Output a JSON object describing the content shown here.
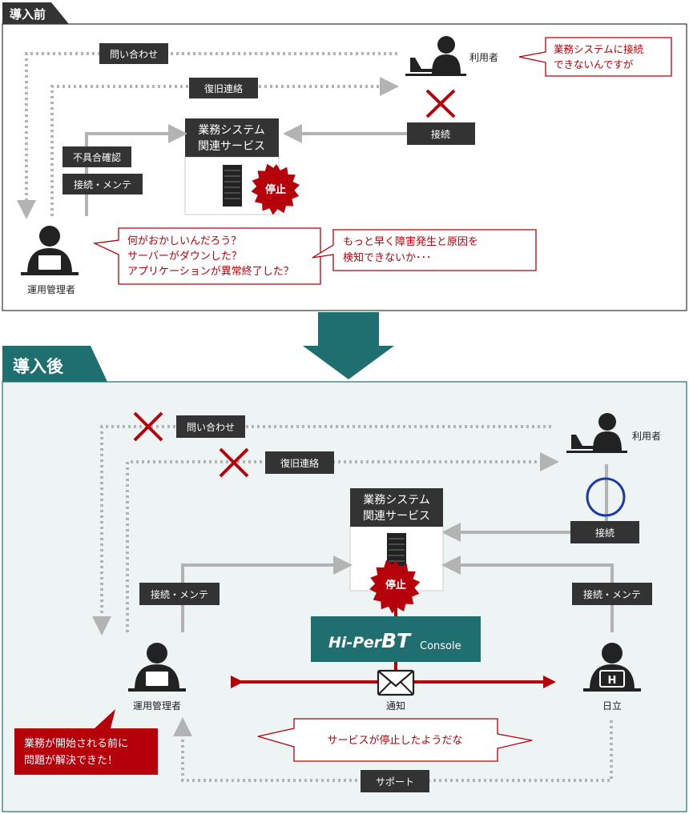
{
  "before": {
    "title": "導入前",
    "inquiry": "問い合わせ",
    "recovery": "復旧連絡",
    "user": "利用者",
    "user_bubble_line1": "業務システムに接続",
    "user_bubble_line2": "できないんですが",
    "connect": "接続",
    "service_line1": "業務システム",
    "service_line2": "関連サービス",
    "stop": "停止",
    "check": "不具合確認",
    "maint": "接続・メンテ",
    "operator": "運用管理者",
    "bubble1_line1": "何がおかしいんだろう？",
    "bubble1_line2": "サーバーがダウンした？",
    "bubble1_line3": "アプリケーションが異常終了した？",
    "bubble2_line1": "もっと早く障害発生と原因を",
    "bubble2_line2": "検知できないか･･･"
  },
  "after": {
    "title": "導入後",
    "inquiry": "問い合わせ",
    "recovery": "復旧連絡",
    "user": "利用者",
    "service_line1": "業務システム",
    "service_line2": "関連サービス",
    "connect": "接続",
    "maint_left": "接続・メンテ",
    "maint_right": "接続・メンテ",
    "stop": "停止",
    "logo_main": "Hi-Per",
    "logo_bt": "BT",
    "logo_sub": "Console",
    "notify": "通知",
    "operator": "運用管理者",
    "hitachi": "日立",
    "hitachi_mark": "H",
    "solved_line1": "業務が開始される前に",
    "solved_line2": "問題が解決できた！",
    "service_bubble": "サービスが停止したようだな",
    "support": "サポート"
  },
  "colors": {
    "accent_red": "#b5000b",
    "teal": "#1f6f70",
    "teal_bg": "#eef3f3",
    "dark_label": "#333333",
    "gray_line": "#b3b3b3"
  }
}
